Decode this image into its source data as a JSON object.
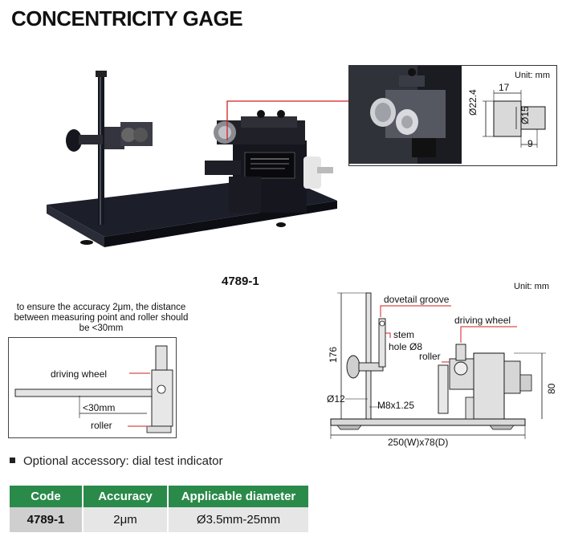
{
  "title": "CONCENTRICITY GAGE",
  "product_model": "4789-1",
  "detail_figure": {
    "unit": "Unit: mm",
    "dim_17": "17",
    "dim_22_4": "Ø22.4",
    "dim_15": "Ø15",
    "dim_9": "9"
  },
  "dimension_figure": {
    "unit": "Unit: mm",
    "dovetail_groove": "dovetail groove",
    "stem": "stem",
    "hole": "hole Ø8",
    "driving_wheel": "driving wheel",
    "roller": "roller",
    "height_176": "176",
    "dia_12": "Ø12",
    "thread": "M8x1.25",
    "height_80": "80",
    "base_size": "250(W)x78(D)"
  },
  "accuracy_note": {
    "text": "to ensure the accuracy 2μm, the distance between measuring point and roller should be <30mm",
    "driving_wheel": "driving wheel",
    "distance": "<30mm",
    "roller": "roller"
  },
  "optional_accessory": "Optional accessory: dial test indicator",
  "spec_table": {
    "headers": [
      "Code",
      "Accuracy",
      "Applicable diameter"
    ],
    "rows": [
      [
        "4789-1",
        "2μm",
        "Ø3.5mm-25mm"
      ]
    ]
  }
}
